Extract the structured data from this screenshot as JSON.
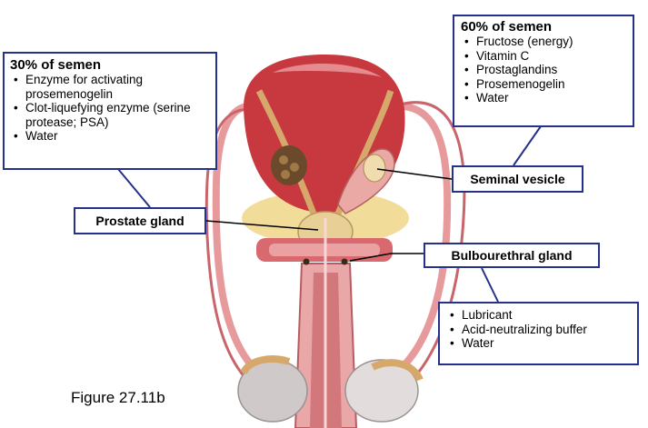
{
  "prostate_box": {
    "title": "30% of semen",
    "items": [
      "Enzyme for activating prosemenogelin",
      "Clot-liquefying enzyme (serine protease; PSA)",
      "Water"
    ]
  },
  "vesicle_box": {
    "title": "60% of semen",
    "items": [
      "Fructose (energy)",
      "Vitamin C",
      "Prostaglandins",
      "Prosemenogelin",
      "Water"
    ]
  },
  "bulbo_box": {
    "items": [
      "Lubricant",
      "Acid-neutralizing buffer",
      "Water"
    ]
  },
  "labels": {
    "prostate": "Prostate gland",
    "vesicle": "Seminal vesicle",
    "bulbo": "Bulbourethral gland"
  },
  "caption": "Figure 27.11b",
  "colors": {
    "box_border": "#25318a",
    "bladder": "#c8393f",
    "tissue_pink": "#e9a7a8",
    "fat_yellow": "#f2dc9a",
    "duct_tan": "#d7a86b",
    "testis_gray": "#d9d4d4"
  }
}
